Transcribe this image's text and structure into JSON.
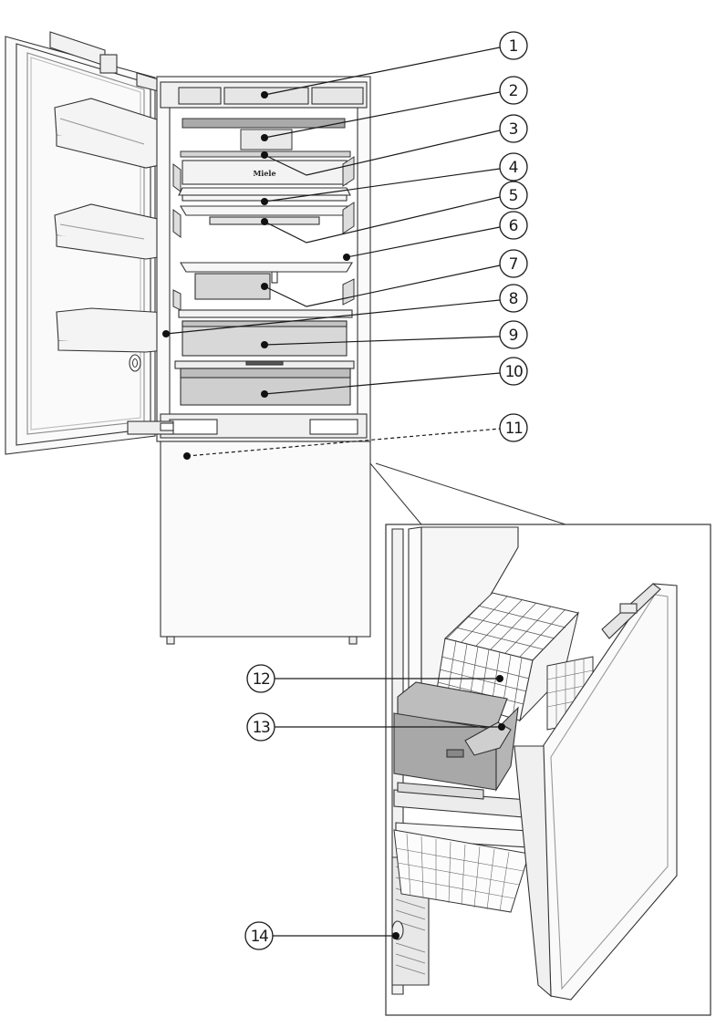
{
  "brand": "Miele",
  "callouts": [
    {
      "label": "1"
    },
    {
      "label": "2"
    },
    {
      "label": "3"
    },
    {
      "label": "4"
    },
    {
      "label": "5"
    },
    {
      "label": "6"
    },
    {
      "label": "7"
    },
    {
      "label": "8"
    },
    {
      "label": "9"
    },
    {
      "label": "10"
    },
    {
      "label": "11"
    },
    {
      "label": "12"
    },
    {
      "label": "13"
    },
    {
      "label": "14"
    }
  ]
}
